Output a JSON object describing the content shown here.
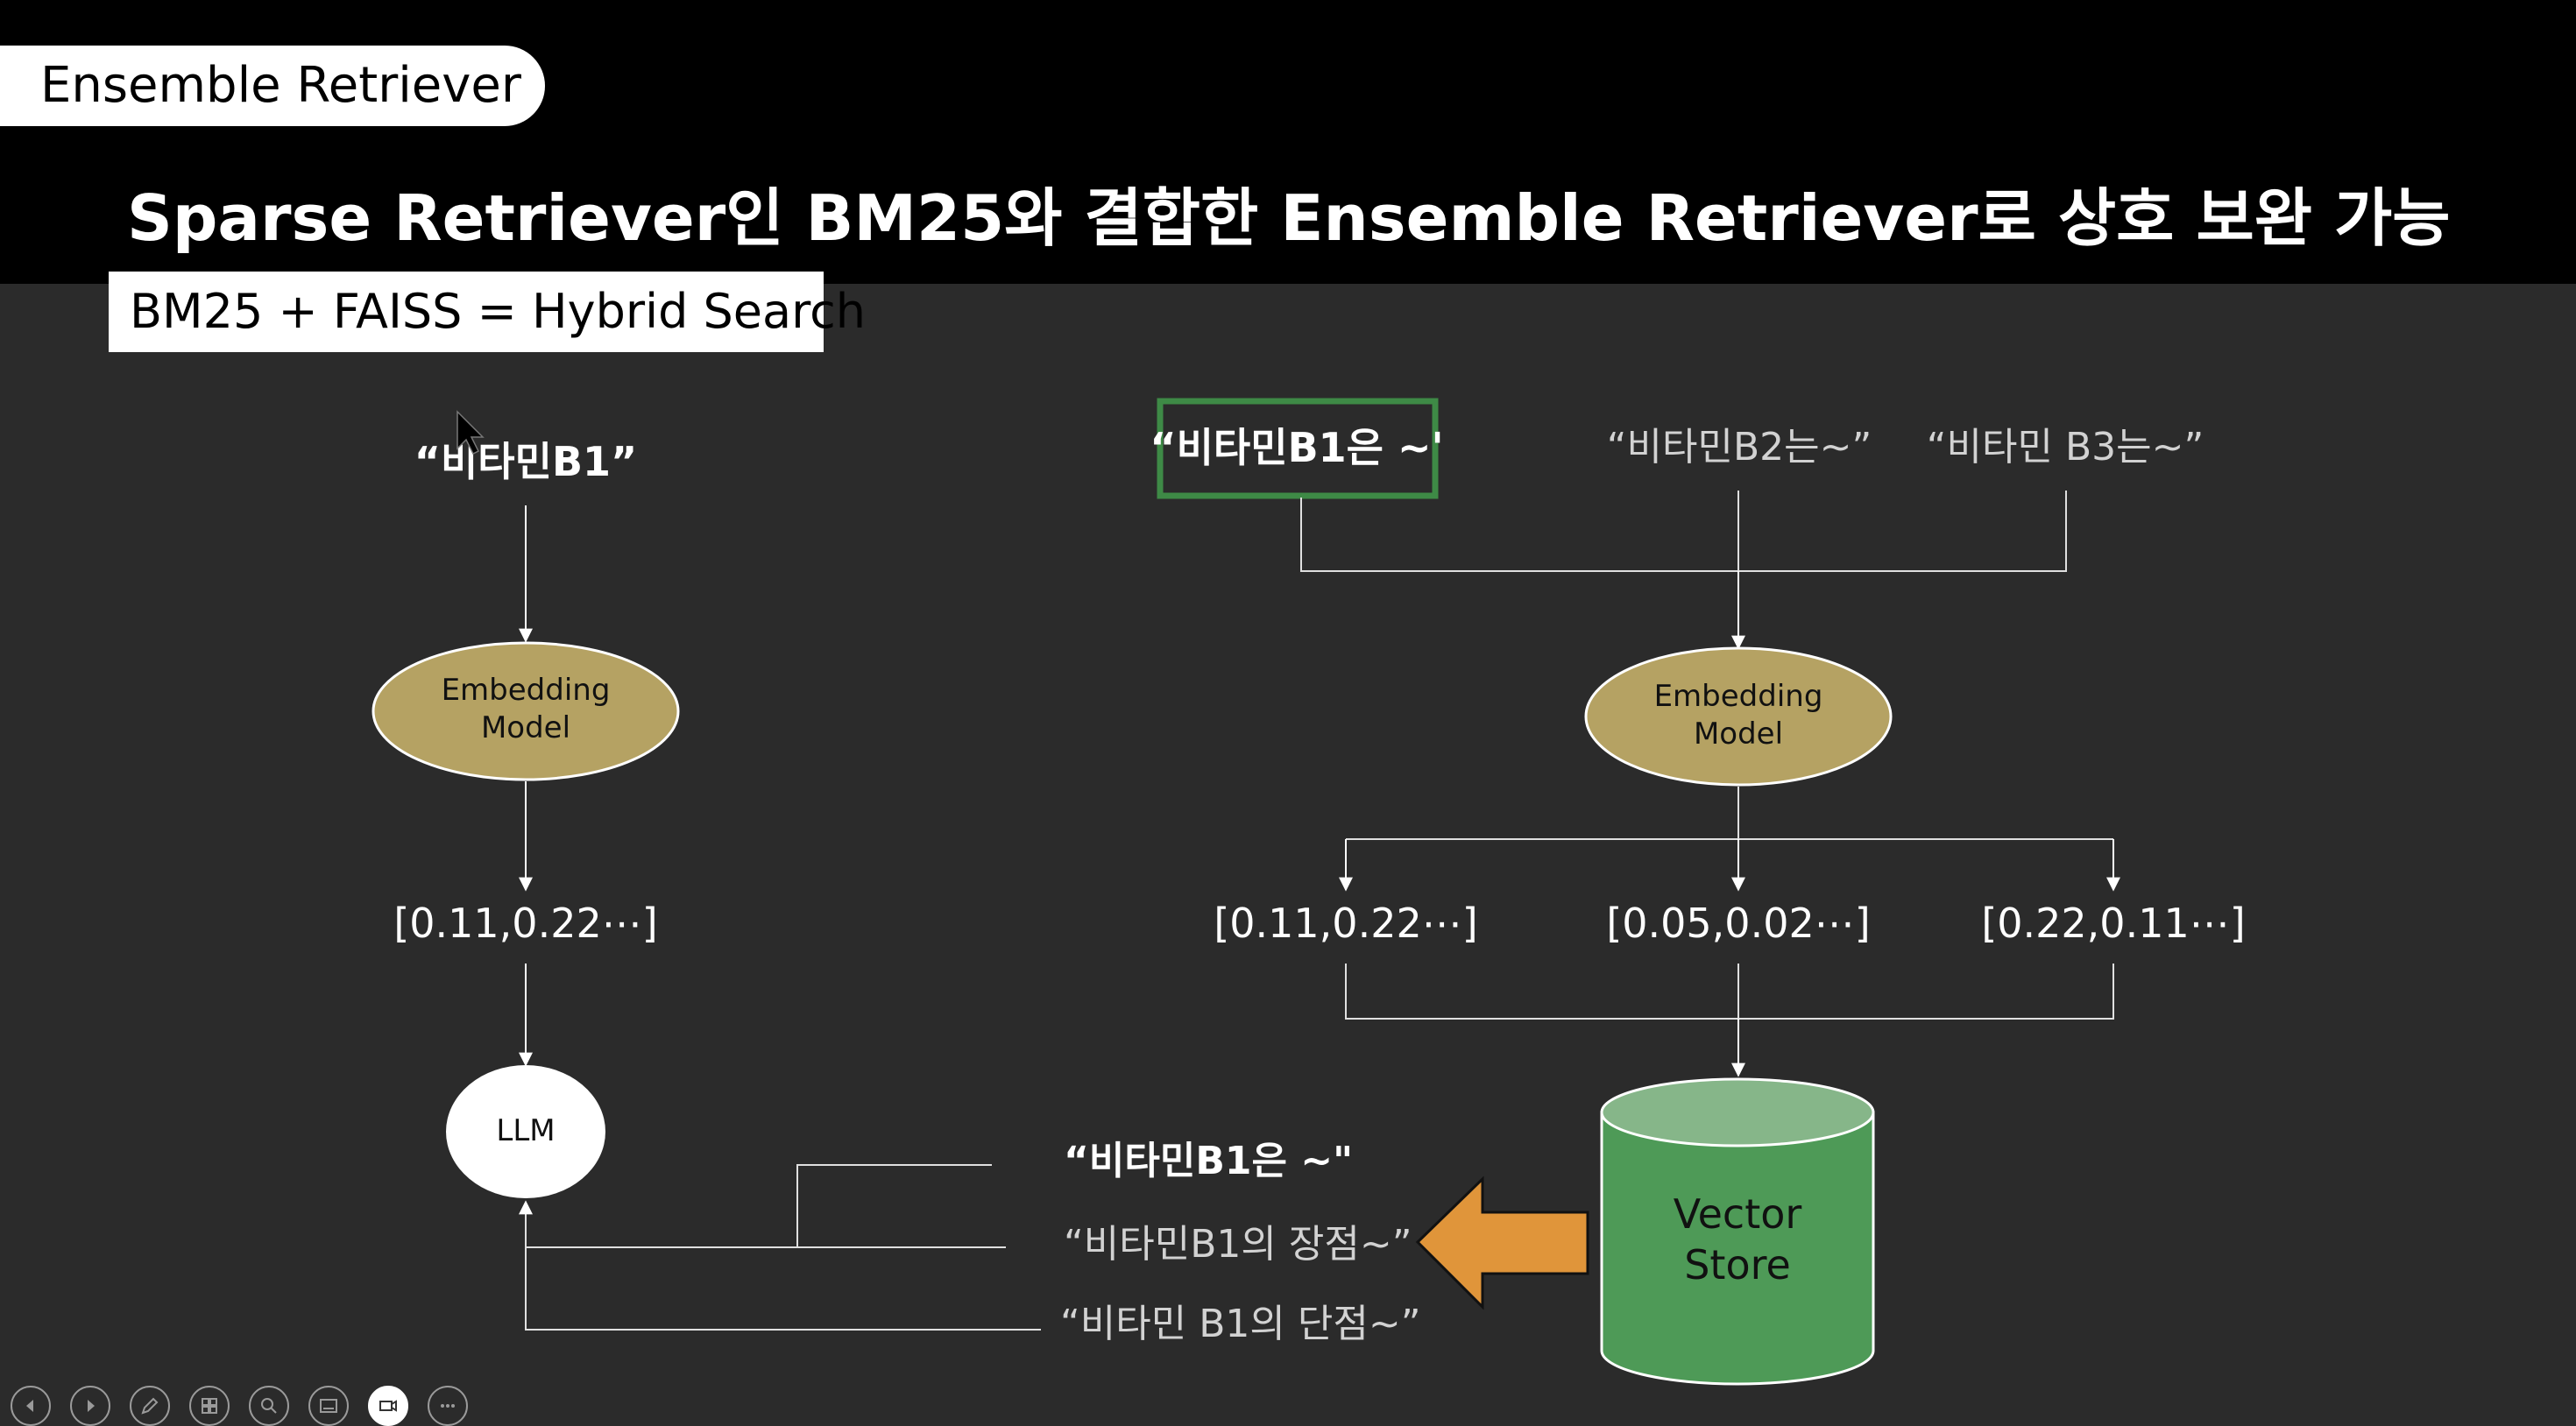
{
  "slide": {
    "tag": "Ensemble Retriever",
    "headline": "Sparse Retriever인 BM25와 결합한 Ensemble Retriever로 상호 보완 가능",
    "formula": "BM25 + FAISS = Hybrid Search"
  },
  "left_flow": {
    "query": "“비타민B1”",
    "model_line1": "Embedding",
    "model_line2": "Model",
    "vector": "[0.11,0.22⋯]",
    "llm": "LLM"
  },
  "right_flow": {
    "docs": [
      "“비타민B1은 ~'",
      "“비타민B2는~”",
      "“비타민 B3는~”"
    ],
    "model_line1": "Embedding",
    "model_line2": "Model",
    "vectors": [
      "[0.11,0.22⋯]",
      "[0.05,0.02⋯]",
      "[0.22,0.11⋯]"
    ],
    "store_line1": "Vector",
    "store_line2": "Store"
  },
  "results": [
    "“비타민B1은 ~\"",
    "“비타민B1의 장점~”",
    "“비타민 B1의 단점~”"
  ],
  "colors": {
    "background": "#2b2b2b",
    "header": "#000000",
    "ellipse": "#b5a263",
    "vector_store": "#4e9a57",
    "vector_store_top": "#86b689",
    "arrow": "#e0953a",
    "highlight_box": "#3e8a46"
  },
  "toolbar": [
    "previous-icon",
    "next-icon",
    "pen-icon",
    "slides-icon",
    "zoom-icon",
    "subtitles-icon",
    "camera-icon",
    "more-icon"
  ]
}
